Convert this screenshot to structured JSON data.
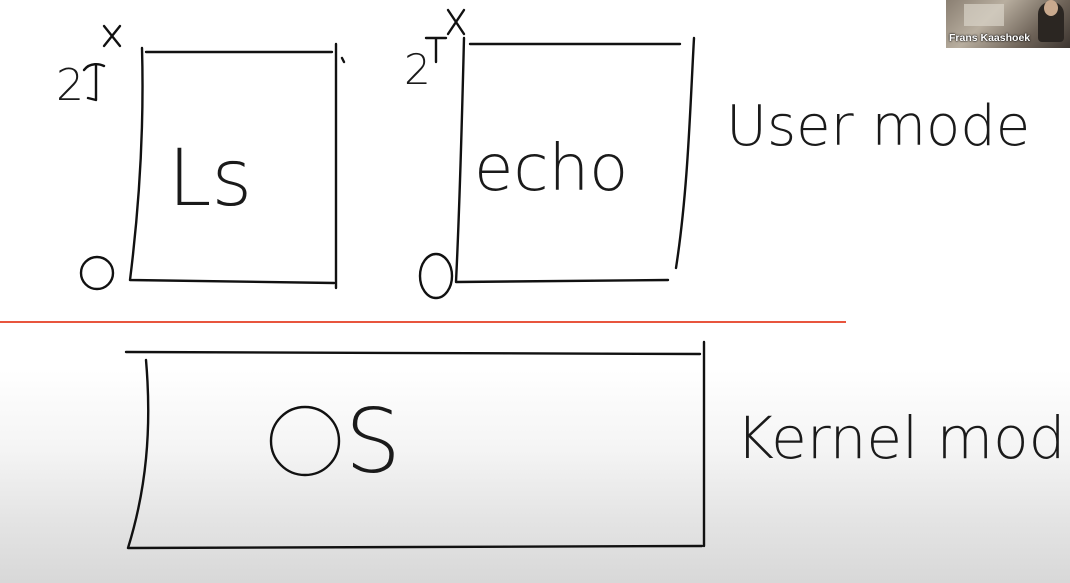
{
  "whiteboard": {
    "ls_box_label": "Ls",
    "ls_top_address": "2^x",
    "ls_bottom_address": "0",
    "echo_box_label": "echo",
    "echo_top_address": "2^x",
    "echo_bottom_address": "0",
    "user_mode_label": "User mode",
    "os_box_label": "OS",
    "kernel_mode_label": "Kernel mode",
    "divider_color": "#e8553e"
  },
  "video": {
    "participant_name": "Frans Kaashoek"
  }
}
